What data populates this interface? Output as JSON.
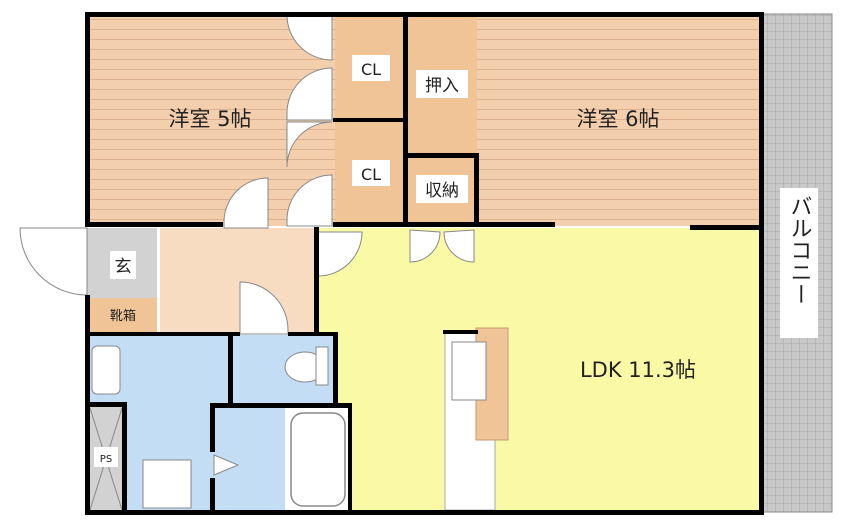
{
  "rooms": {
    "western_5": "洋室 5帖",
    "western_6": "洋室 6帖",
    "closet_1": "CL",
    "closet_2": "CL",
    "oshiire": "押入",
    "storage": "収納",
    "entrance": "玄",
    "shoe_box": "靴箱",
    "ldk": "LDK 11.3帖",
    "pipe_space": "PS",
    "balcony": "バルコニー"
  },
  "colors": {
    "western_floor": "#f3cfae",
    "closet": "#f0c496",
    "hall": "#f8dcc2",
    "ldk": "#fafaa6",
    "wet_area": "#c3ddf5",
    "entrance": "#d2d2d2",
    "balcony": "#c8c8c8",
    "wall": "#000000"
  }
}
